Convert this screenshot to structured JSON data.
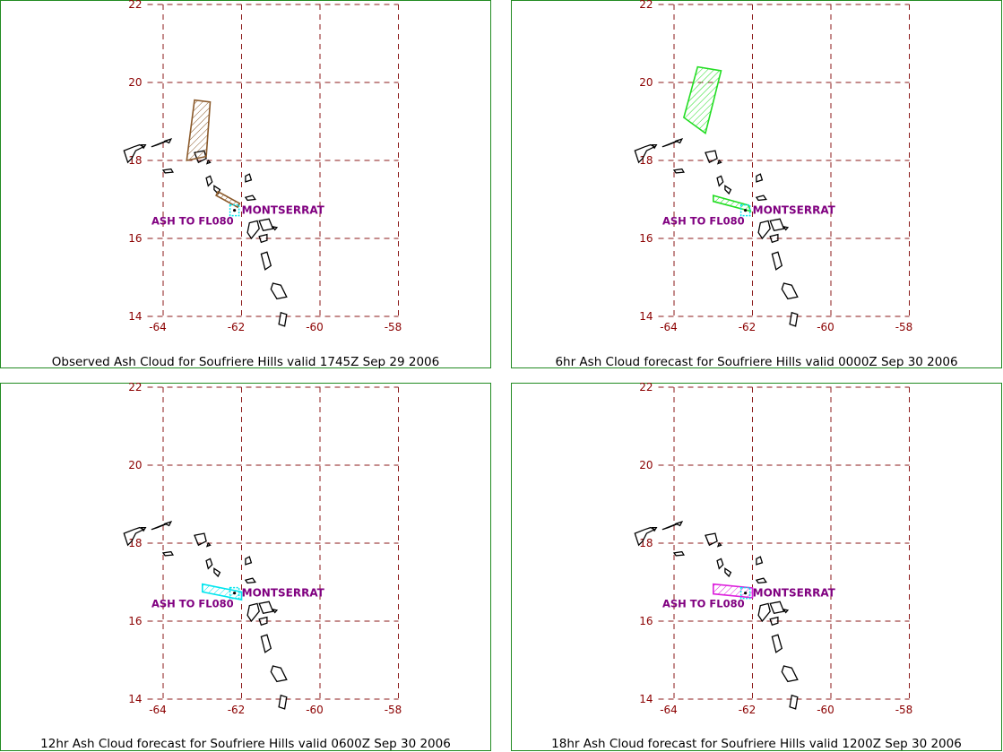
{
  "map": {
    "lon_ticks": [
      -64,
      -62,
      -60,
      -58
    ],
    "lat_ticks": [
      14,
      16,
      18,
      20,
      22
    ],
    "lon_range": [
      -65,
      -57.5
    ],
    "lat_range": [
      13.5,
      22
    ],
    "grid": true,
    "colors": {
      "grid": "#8b1a1a",
      "tick_label": "#8b0000",
      "border": "#228b22",
      "coast": "#000000",
      "label": "#800080",
      "source_marker": "#00e5ee"
    }
  },
  "labels": {
    "volcano": "MONTSERRAT",
    "ash_level": "ASH TO FL080"
  },
  "panels": [
    {
      "caption": "Observed Ash Cloud for Soufriere  Hills valid 1745Z Sep 29 2006",
      "ash_color": "#8b5a2b",
      "ash_polygons": [
        [
          [
            -63.4,
            18.0
          ],
          [
            -62.9,
            18.1
          ],
          [
            -62.8,
            19.5
          ],
          [
            -63.2,
            19.55
          ]
        ],
        [
          [
            -62.65,
            17.1
          ],
          [
            -62.1,
            16.8
          ],
          [
            -62.05,
            16.9
          ],
          [
            -62.6,
            17.2
          ]
        ]
      ]
    },
    {
      "caption": "6hr Ash Cloud forecast for Soufriere  Hills valid 0000Z Sep 30 2006",
      "ash_color": "#22dd22",
      "ash_polygons": [
        [
          [
            -63.2,
            18.7
          ],
          [
            -62.8,
            20.3
          ],
          [
            -63.4,
            20.4
          ],
          [
            -63.75,
            19.1
          ]
        ],
        [
          [
            -63.0,
            17.1
          ],
          [
            -62.1,
            16.85
          ],
          [
            -62.05,
            16.7
          ],
          [
            -63.0,
            16.95
          ]
        ]
      ]
    },
    {
      "caption": "12hr Ash Cloud forecast for Soufriere  Hills valid 0600Z Sep 30 2006",
      "ash_color": "#00e5ee",
      "ash_polygons": [
        [
          [
            -63.0,
            16.95
          ],
          [
            -62.0,
            16.75
          ],
          [
            -62.0,
            16.55
          ],
          [
            -63.0,
            16.75
          ]
        ]
      ]
    },
    {
      "caption": "18hr Ash Cloud forecast for Soufriere  Hills valid 1200Z Sep 30 2006",
      "ash_color": "#dd22dd",
      "ash_polygons": [
        [
          [
            -63.0,
            16.95
          ],
          [
            -62.0,
            16.85
          ],
          [
            -62.0,
            16.6
          ],
          [
            -63.0,
            16.7
          ]
        ]
      ]
    }
  ],
  "volcano_location": [
    -62.18,
    16.72
  ],
  "islands": [
    [
      [
        -65.0,
        18.25
      ],
      [
        -64.75,
        18.35
      ],
      [
        -64.6,
        18.4
      ],
      [
        -64.5,
        18.35
      ],
      [
        -64.7,
        18.25
      ],
      [
        -64.8,
        18.05
      ],
      [
        -64.9,
        17.95
      ]
    ],
    [
      [
        -64.55,
        18.4
      ],
      [
        -64.45,
        18.4
      ],
      [
        -64.5,
        18.32
      ]
    ],
    [
      [
        -64.3,
        18.35
      ],
      [
        -64.0,
        18.47
      ],
      [
        -63.9,
        18.5
      ],
      [
        -64.15,
        18.4
      ]
    ],
    [
      [
        -63.95,
        18.5
      ],
      [
        -63.8,
        18.55
      ],
      [
        -63.85,
        18.45
      ]
    ],
    [
      [
        -64.0,
        17.75
      ],
      [
        -63.8,
        17.78
      ],
      [
        -63.75,
        17.7
      ],
      [
        -63.95,
        17.68
      ]
    ],
    [
      [
        -63.2,
        18.2
      ],
      [
        -62.95,
        18.25
      ],
      [
        -62.9,
        18.05
      ],
      [
        -63.1,
        17.95
      ]
    ],
    [
      [
        -62.85,
        18.0
      ],
      [
        -62.8,
        17.95
      ],
      [
        -62.88,
        17.92
      ]
    ],
    [
      [
        -62.9,
        17.55
      ],
      [
        -62.8,
        17.6
      ],
      [
        -62.75,
        17.45
      ],
      [
        -62.85,
        17.35
      ]
    ],
    [
      [
        -62.7,
        17.35
      ],
      [
        -62.55,
        17.25
      ],
      [
        -62.6,
        17.15
      ],
      [
        -62.7,
        17.25
      ]
    ],
    [
      [
        -61.9,
        17.6
      ],
      [
        -61.8,
        17.65
      ],
      [
        -61.75,
        17.5
      ],
      [
        -61.9,
        17.45
      ]
    ],
    [
      [
        -61.9,
        17.05
      ],
      [
        -61.72,
        17.1
      ],
      [
        -61.65,
        17.0
      ],
      [
        -61.85,
        16.98
      ]
    ],
    [
      [
        -61.8,
        16.4
      ],
      [
        -61.6,
        16.45
      ],
      [
        -61.55,
        16.25
      ],
      [
        -61.75,
        16.0
      ],
      [
        -61.85,
        16.15
      ]
    ],
    [
      [
        -61.55,
        16.45
      ],
      [
        -61.3,
        16.5
      ],
      [
        -61.2,
        16.25
      ],
      [
        -61.45,
        16.2
      ]
    ],
    [
      [
        -61.55,
        16.05
      ],
      [
        -61.35,
        16.1
      ],
      [
        -61.35,
        15.95
      ],
      [
        -61.5,
        15.9
      ]
    ],
    [
      [
        -61.2,
        16.3
      ],
      [
        -61.1,
        16.28
      ],
      [
        -61.15,
        16.22
      ]
    ],
    [
      [
        -61.5,
        15.6
      ],
      [
        -61.35,
        15.65
      ],
      [
        -61.25,
        15.3
      ],
      [
        -61.4,
        15.2
      ]
    ],
    [
      [
        -61.2,
        14.85
      ],
      [
        -61.0,
        14.8
      ],
      [
        -60.85,
        14.5
      ],
      [
        -61.1,
        14.45
      ],
      [
        -61.25,
        14.7
      ]
    ],
    [
      [
        -61.0,
        14.1
      ],
      [
        -60.85,
        14.05
      ],
      [
        -60.9,
        13.75
      ],
      [
        -61.05,
        13.8
      ]
    ]
  ]
}
